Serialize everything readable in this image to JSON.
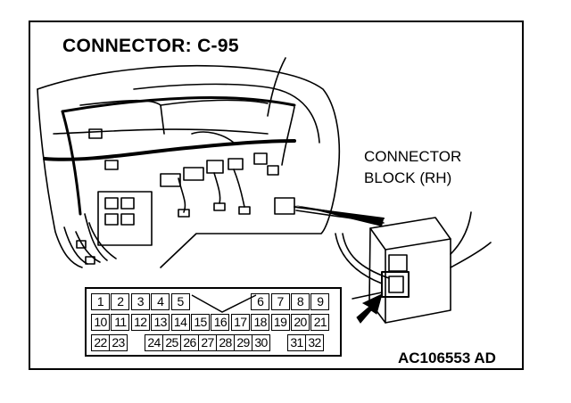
{
  "title": "CONNECTOR: C-95",
  "connector_block_label": {
    "line1": "CONNECTOR",
    "line2": "BLOCK (RH)"
  },
  "diagram_code": "AC106553 AD",
  "pinout": {
    "rows": [
      [
        "1",
        "2",
        "3",
        "4",
        "5",
        "",
        "",
        "",
        "6",
        "7",
        "8",
        "9"
      ],
      [
        "10",
        "11",
        "12",
        "13",
        "14",
        "15",
        "16",
        "17",
        "18",
        "19",
        "20",
        "21"
      ],
      [
        "22",
        "23",
        "",
        "24",
        "25",
        "26",
        "27",
        "28",
        "29",
        "30",
        "",
        "31",
        "32"
      ]
    ]
  }
}
